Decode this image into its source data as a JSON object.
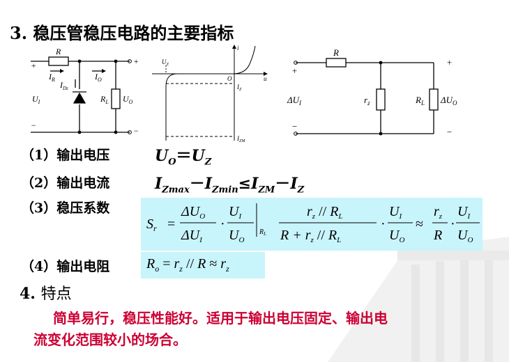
{
  "section3": {
    "number": "3.",
    "title": "稳压管稳压电路的主要指标"
  },
  "circuit1": {
    "R": "R",
    "plus": "+",
    "minus": "−",
    "IR": "I",
    "IR_sub": "R",
    "IO": "I",
    "IO_sub": "O",
    "IDz": "I",
    "IDz_sub": "Dz",
    "UI": "U",
    "UI_sub": "I",
    "RL": "R",
    "RL_sub": "L",
    "UO": "U",
    "UO_sub": "O"
  },
  "graph": {
    "i": "i",
    "u": "u",
    "O": "O",
    "UZ": "U",
    "UZ_sub": "Z",
    "IZ": "I",
    "IZ_sub": "Z",
    "IZM": "I",
    "IZM_sub": "ZM"
  },
  "circuit2": {
    "R": "R",
    "plus": "+",
    "minus": "−",
    "dUI": "ΔU",
    "dUI_sub": "I",
    "rz": "r",
    "rz_sub": "z",
    "RL": "R",
    "RL_sub": "L",
    "dUO": "ΔU",
    "dUO_sub": "O"
  },
  "items": [
    {
      "label": "（1）输出电压"
    },
    {
      "label": "（2）输出电流"
    },
    {
      "label": "（3）稳压系数"
    },
    {
      "label": "（4）输出电阻"
    }
  ],
  "f1": {
    "UO": "U",
    "UO_sub": "O",
    "eq": "＝",
    "UZ": "U",
    "UZ_sub": "Z"
  },
  "f2": {
    "I1": "I",
    "I1_sub": "Zmax",
    "minus1": "－",
    "I2": "I",
    "I2_sub": "Zmin",
    "le": "≤",
    "I3": "I",
    "I3_sub": "ZM",
    "minus2": "－",
    "I4": "I",
    "I4_sub": "Z"
  },
  "f3": {
    "S": "S",
    "S_sub": "r",
    "eq": "=",
    "dUO": "ΔU",
    "dUO_sub": "O",
    "dUI": "ΔU",
    "dUI_sub": "I",
    "dot": "·",
    "UI": "U",
    "UI_sub": "I",
    "UO": "U",
    "UO_sub": "O",
    "RL": "R",
    "RL_sub": "L",
    "num": "r",
    "num_sub": "z",
    "par": "//",
    "RLn": "R",
    "RLn_sub": "L",
    "den": "R + r",
    "den_sub": "z",
    "approx": "≈",
    "rz": "r",
    "rz_sub": "z",
    "R": "R"
  },
  "f4": {
    "Ro": "R",
    "Ro_sub": "o",
    "eq": "=",
    "rz": "r",
    "rz_sub": "z",
    "par": "//",
    "R": "R",
    "approx": "≈",
    "rz2": "r",
    "rz2_sub": "z"
  },
  "section4": {
    "number": "4.",
    "title": "特点"
  },
  "feature": {
    "line1": "简单易行，稳压性能好。适用于输出电压固定、输出电",
    "line2": "流变化范围较小的场合。"
  },
  "colors": {
    "formula_bg": "#c8f4fb",
    "red_text": "#cc0033"
  }
}
